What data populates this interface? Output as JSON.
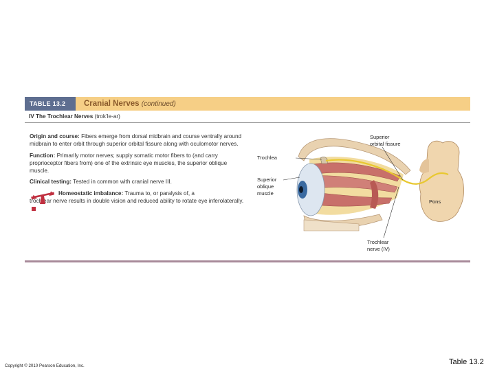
{
  "table": {
    "tag": "TABLE 13.2",
    "title": "Cranial Nerves",
    "title_note": "(continued)",
    "subheader": "IV The Trochlear Nerves",
    "subheader_pronunciation": "(trok’le-ar)"
  },
  "content": {
    "origin_label": "Origin and course:",
    "origin_text": "Fibers emerge from dorsal midbrain and course ventrally around midbrain to enter orbit through superior orbital fissure along with oculomotor nerves.",
    "function_label": "Function:",
    "function_text": "Primarily motor nerves; supply somatic motor fibers to (and carry proprioceptor fibers from) one of the extrinsic eye muscles, the superior oblique muscle.",
    "clinical_label": "Clinical testing:",
    "clinical_text": "Tested in common with cranial nerve III.",
    "imbalance_label": "Homeostatic imbalance:",
    "imbalance_text_1": "Trauma to, or paralysis of, a",
    "imbalance_text_2": "trochlear nerve results in double vision and reduced ability to rotate eye inferolaterally."
  },
  "illustration": {
    "label_superior": "Superior",
    "label_orbital_fissure": "orbital fissure",
    "label_trochlea": "Trochlea",
    "label_so_1": "Superior",
    "label_so_2": "oblique",
    "label_so_3": "muscle",
    "label_pons": "Pons",
    "label_trochlear_1": "Trochlear",
    "label_trochlear_2": "nerve (IV)"
  },
  "footer": {
    "copyright": "Copyright © 2010 Pearson Education, Inc.",
    "slide_label": "Table 13.2"
  },
  "colors": {
    "header_band": "#f6cf86",
    "tag_bg": "#5e6e90",
    "title": "#8a5a2b",
    "nerve": "#e8c830",
    "muscle": "#c8706a",
    "bone": "#e9d2b0",
    "accent_red": "#c03040"
  }
}
